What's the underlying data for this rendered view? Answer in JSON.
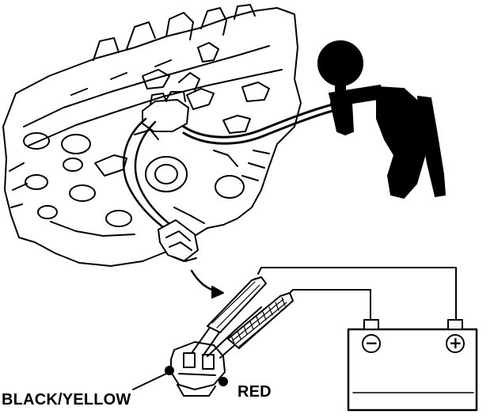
{
  "labels": {
    "black_yellow": "BLACK/YELLOW",
    "red": "RED"
  },
  "battery": {
    "negative_symbol": "−",
    "positive_symbol": "+"
  },
  "colors": {
    "ink": "#000000",
    "paper": "#ffffff"
  },
  "icons": [
    "engine-sketch",
    "vacuum-pump-icon",
    "connector-plug",
    "battery-icon",
    "test-lead"
  ]
}
